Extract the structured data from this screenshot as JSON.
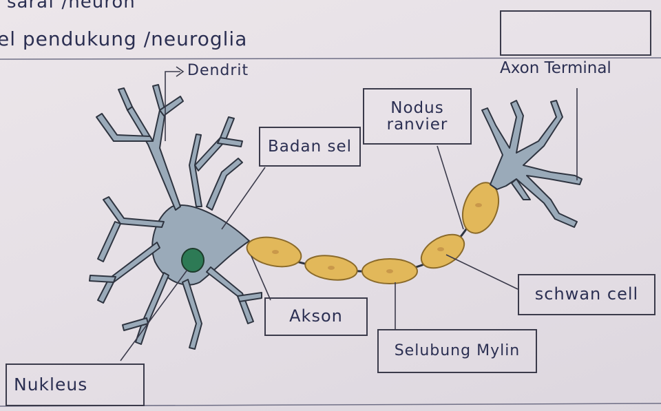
{
  "header": {
    "line1": "saraf /neuron",
    "line2": "el pendukung /neuroglia"
  },
  "labels": {
    "dendrit": "Dendrit",
    "badan_sel": "Badan sel",
    "nodus_ranvier_line1": "Nodus",
    "nodus_ranvier_line2": "ranvier",
    "axon_terminal": "Axon Terminal",
    "akson": "Akson",
    "schwan_cell": "schwan cell",
    "selubung_mylin": "Selubung Mylin",
    "nukleus": "Nukleus",
    "empty_box": ""
  },
  "colors": {
    "neuron_body": "#9aaab9",
    "neuron_outline": "#2e3440",
    "myelin": "#e2b85a",
    "myelin_outline": "#8a6a2a",
    "nucleus": "#2d7a55",
    "ink": "#2b2f52"
  }
}
